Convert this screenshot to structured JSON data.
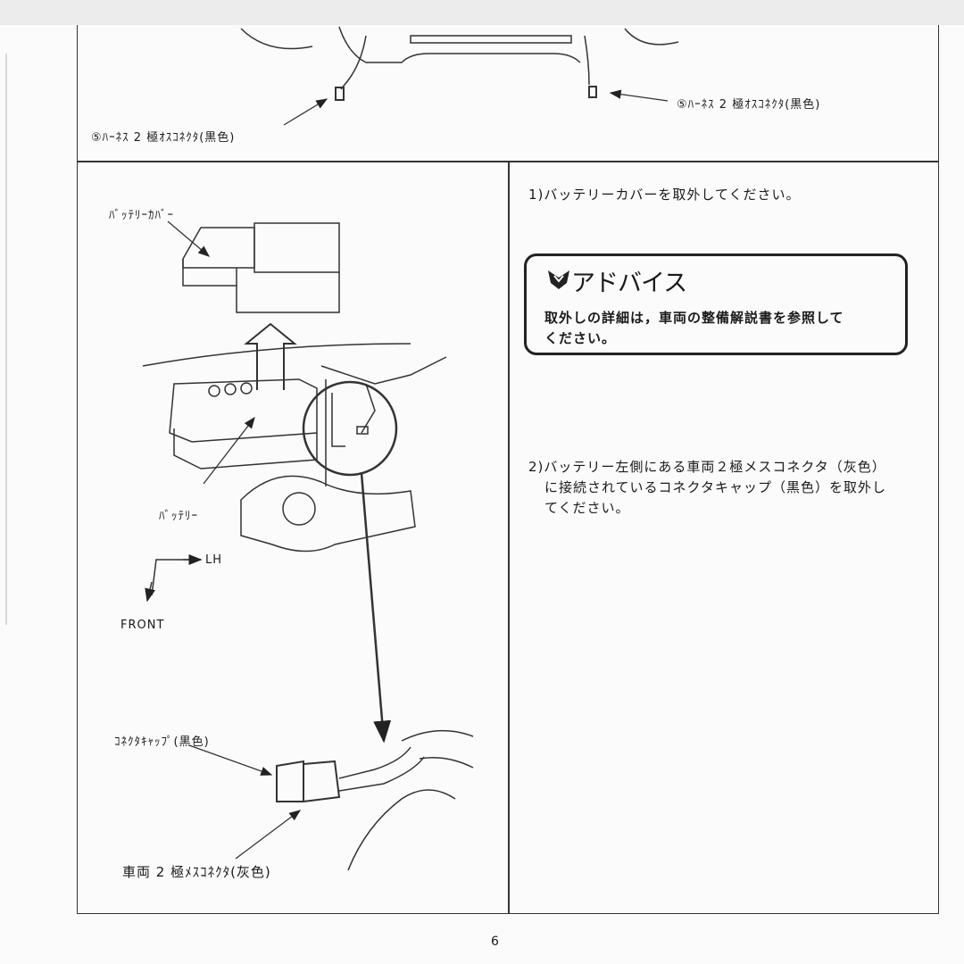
{
  "top_section": {
    "left_connector_label": "⑤ﾊｰﾈｽ 2 極ｵｽｺﾈｸﾀ(黒色)",
    "right_connector_label": "⑤ﾊｰﾈｽ 2 極ｵｽｺﾈｸﾀ(黒色)"
  },
  "figure": {
    "battery_cover_label": "ﾊﾞｯﾃﾘｰｶﾊﾞｰ",
    "battery_label": "ﾊﾞｯﾃﾘｰ",
    "direction_lh": "LH",
    "direction_front": "FRONT",
    "connector_cap_label": "ｺﾈｸﾀｷｬｯﾌﾟ(黒色)",
    "vehicle_connector_label": "車両 2 極ﾒｽｺﾈｸﾀ(灰色)"
  },
  "steps": [
    {
      "number": "1)",
      "text": "バッテリーカバーを取外してください。"
    },
    {
      "number": "2)",
      "text": "バッテリー左側にある車両２極メスコネクタ（灰色）",
      "line2": "に接続されているコネクタキャップ（黒色）を取外し",
      "line3": "てください。"
    }
  ],
  "advice": {
    "title": "アドバイス",
    "text_line1": "取外しの詳細は，車両の整備解説書を参照して",
    "text_line2": "ください。"
  },
  "page_number": "6"
}
